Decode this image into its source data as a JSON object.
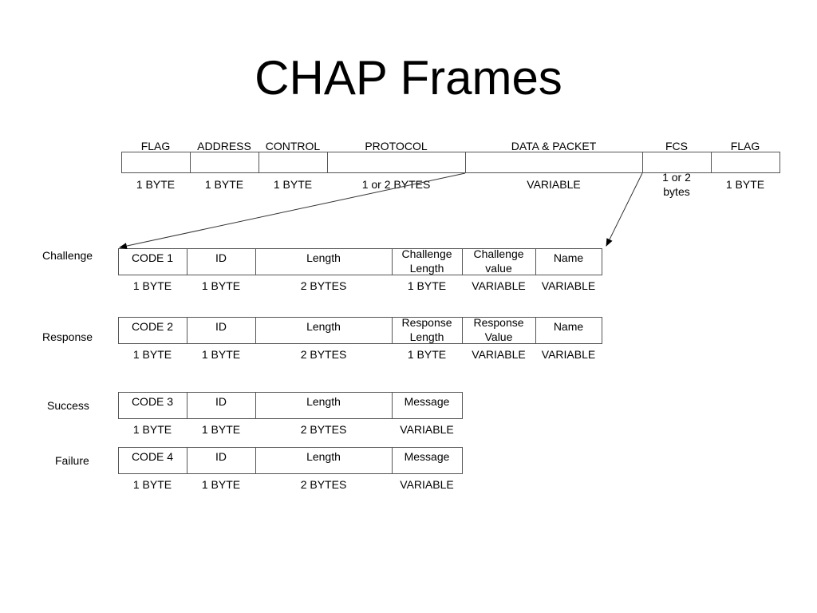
{
  "title": "CHAP Frames",
  "ppp_frame": {
    "headers": [
      "FLAG",
      "ADDRESS",
      "CONTROL",
      "PROTOCOL",
      "DATA & PACKET",
      "FCS",
      "FLAG"
    ],
    "sizes": [
      "1 BYTE",
      "1 BYTE",
      "1 BYTE",
      "1 or 2 BYTES",
      "VARIABLE",
      "1 or 2\nbytes",
      "1 BYTE"
    ]
  },
  "frames": [
    {
      "label": "Challenge",
      "fields": [
        "CODE 1",
        "ID",
        "Length",
        "Challenge\nLength",
        "Challenge\nvalue",
        "Name"
      ],
      "sizes": [
        "1 BYTE",
        "1 BYTE",
        "2 BYTES",
        "1 BYTE",
        "VARIABLE",
        "VARIABLE"
      ]
    },
    {
      "label": "Response",
      "fields": [
        "CODE 2",
        "ID",
        "Length",
        "Response\nLength",
        "Response\nValue",
        "Name"
      ],
      "sizes": [
        "1 BYTE",
        "1 BYTE",
        "2 BYTES",
        "1 BYTE",
        "VARIABLE",
        "VARIABLE"
      ]
    },
    {
      "label": "Success",
      "fields": [
        "CODE 3",
        "ID",
        "Length",
        "Message"
      ],
      "sizes": [
        "1 BYTE",
        "1 BYTE",
        "2 BYTES",
        "VARIABLE"
      ]
    },
    {
      "label": "Failure",
      "fields": [
        "CODE 4",
        "ID",
        "Length",
        "Message"
      ],
      "sizes": [
        "1 BYTE",
        "1 BYTE",
        "2 BYTES",
        "VARIABLE"
      ]
    }
  ]
}
